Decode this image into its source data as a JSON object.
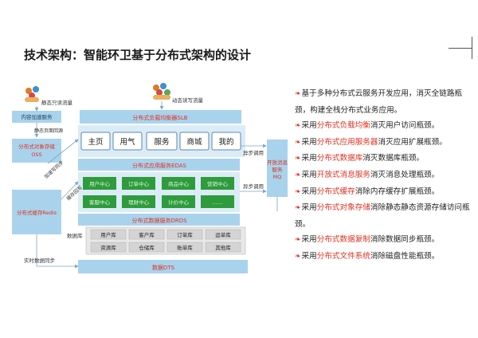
{
  "title": "技术架构：智能环卫基于分布式架构的设计",
  "diagram": {
    "static_flow_label": "静态只读流量",
    "dynamic_flow_label": "动态读写流量",
    "cdn_label": "内容加速服务",
    "static_return_label": "静态页面回源",
    "oss_label": "分布式对象存储\nOSS",
    "load_sync_label": "加速写同步",
    "slb_label": "分布式负载均衡器SLB",
    "channels": [
      "主页",
      "用气",
      "服务",
      "商城",
      "我的"
    ],
    "async_call_1": "异步调用",
    "async_call_2": "异步调用",
    "mq_label": "开放消息\n服务\nMQ",
    "edas_label": "分布式应用服务EDAS",
    "services_row1": [
      "用户中心",
      "订单中心",
      "商品中心",
      "营销中心"
    ],
    "services_row2": [
      "客服中心",
      "理财中心",
      "计价中心",
      "……"
    ],
    "redis_label": "分布式缓存Redis",
    "cache_write_label": "缓存回写",
    "drds_label": "分布式数据服务DRDS",
    "db_cluster_label": "数据库",
    "databases_row1": [
      "用户库",
      "客户库",
      "订单库",
      "运单库"
    ],
    "databases_row2": [
      "资源库",
      "仓储库",
      "账单库",
      "其他库"
    ],
    "realtime_sync_label": "实时数据同步",
    "dts_label": "数据DTS"
  },
  "benefits": [
    {
      "pre": "基于多种分布式云服务开发应用，消灭全链路瓶颈，构建全栈分布式业务应用。",
      "hl": "",
      "post": ""
    },
    {
      "pre": "采用",
      "hl": "分布式负载均衡",
      "post": "消灭用户访问瓶颈。"
    },
    {
      "pre": "采用",
      "hl": "分布式应用服务器",
      "post": "消灭应用扩展瓶颈。"
    },
    {
      "pre": "采用",
      "hl": "分布式数据库",
      "post": "消灭数据库瓶颈。"
    },
    {
      "pre": "采用",
      "hl": "开放式消息服务",
      "post": "消灭消息处理瓶颈。"
    },
    {
      "pre": "采用",
      "hl": "分布式缓存",
      "post": "消除内存缓存扩展瓶颈。"
    },
    {
      "pre": "采用",
      "hl": "分布式对象存储",
      "post": "消除静态静态资源存储访问瓶颈。"
    },
    {
      "pre": "采用",
      "hl": "分布式数据复制",
      "post": "消除数据同步瓶颈。"
    },
    {
      "pre": "采用",
      "hl": "分布式文件系统",
      "post": "消除磁盘性能瓶颈。"
    }
  ],
  "colors": {
    "box_blue": "#a9d3ec",
    "box_blue_dark": "#8cc4e6",
    "label_red": "#e03020",
    "service_green": "#2e9c3c",
    "db_gray": "#d4d4d4"
  }
}
